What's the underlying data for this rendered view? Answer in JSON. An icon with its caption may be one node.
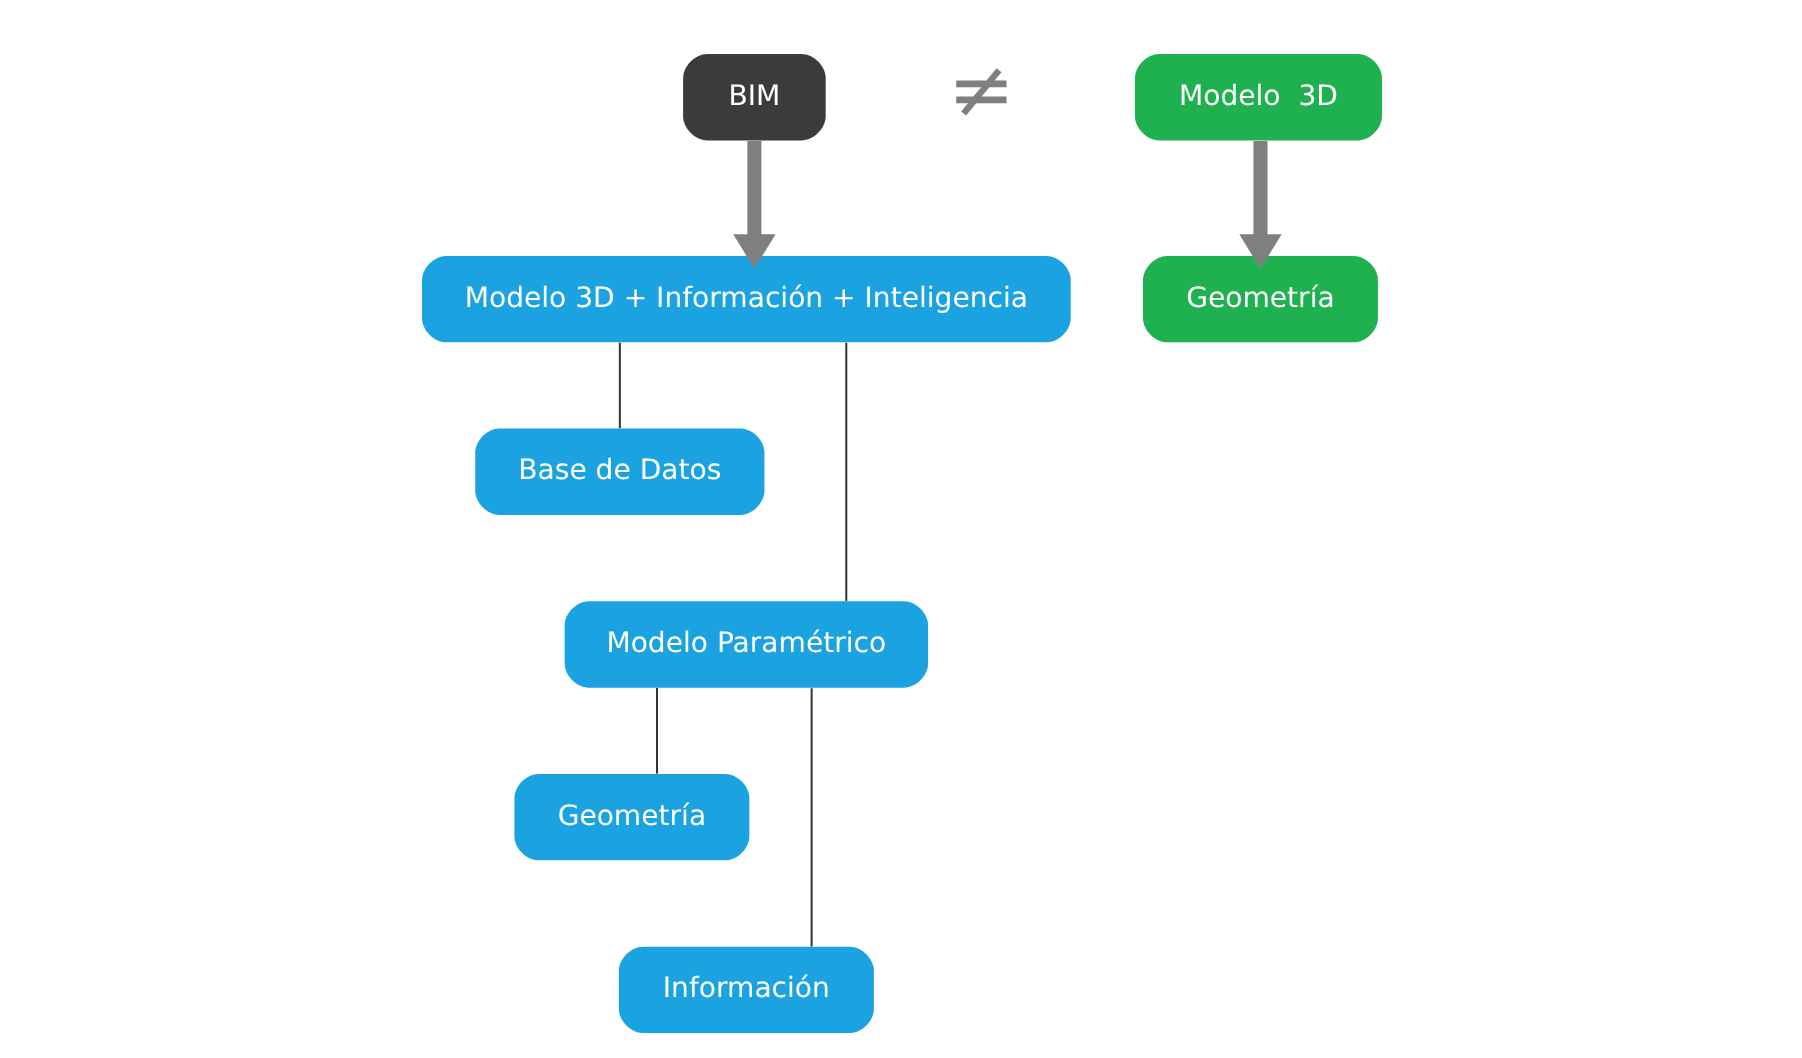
{
  "diagram": {
    "nodes": [
      {
        "text": [
          "BIM"
        ]
      },
      {
        "text": [
          "Modelo 3D + Información + Inteligencia"
        ]
      },
      {
        "text": [
          "Base de Datos"
        ]
      },
      {
        "text": [
          "Modelo Paramétrico"
        ]
      },
      {
        "text": [
          "Geometría"
        ]
      },
      {
        "text": [
          "Información"
        ]
      },
      {
        "text": [
          "Modelo  3D"
        ]
      },
      {
        "text": [
          "Geometría"
        ]
      }
    ],
    "edges": [
      {
        "from": 0,
        "to": 1,
        "arrow": "to",
        "style": "thick",
        "color": "#7f7f7f"
      },
      {
        "from": 1,
        "to": 2,
        "arrow": "none"
      },
      {
        "from": 1,
        "to": 3,
        "arrow": "none"
      },
      {
        "from": 3,
        "to": 4,
        "arrow": "none"
      },
      {
        "from": 3,
        "to": 5,
        "arrow": "none"
      },
      {
        "from": 6,
        "to": 7,
        "arrow": "to",
        "style": "thick",
        "color": "#7f7f7f"
      }
    ],
    "labels": [
      "≠"
    ]
  }
}
